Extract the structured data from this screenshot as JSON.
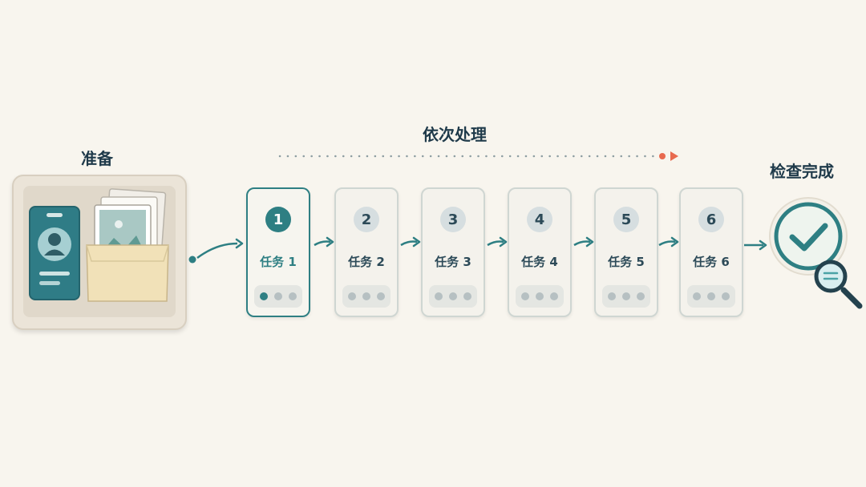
{
  "stages": {
    "prepare": "准备",
    "sequence": "依次处理",
    "check": "检查完成"
  },
  "tasks": [
    {
      "number": "1",
      "label": "任务 1",
      "active": true
    },
    {
      "number": "2",
      "label": "任务 2",
      "active": false
    },
    {
      "number": "3",
      "label": "任务 3",
      "active": false
    },
    {
      "number": "4",
      "label": "任务 4",
      "active": false
    },
    {
      "number": "5",
      "label": "任务 5",
      "active": false
    },
    {
      "number": "6",
      "label": "任务 6",
      "active": false
    }
  ],
  "icons": {
    "prepare": [
      "id-card-icon",
      "folder-with-photos-icon"
    ],
    "check": [
      "checkmark-circle-icon",
      "magnifier-icon"
    ]
  },
  "colors": {
    "accent": "#2e7f83",
    "progress_end": "#e86a4f",
    "text": "#1f3a4a",
    "background": "#f8f5ee"
  }
}
